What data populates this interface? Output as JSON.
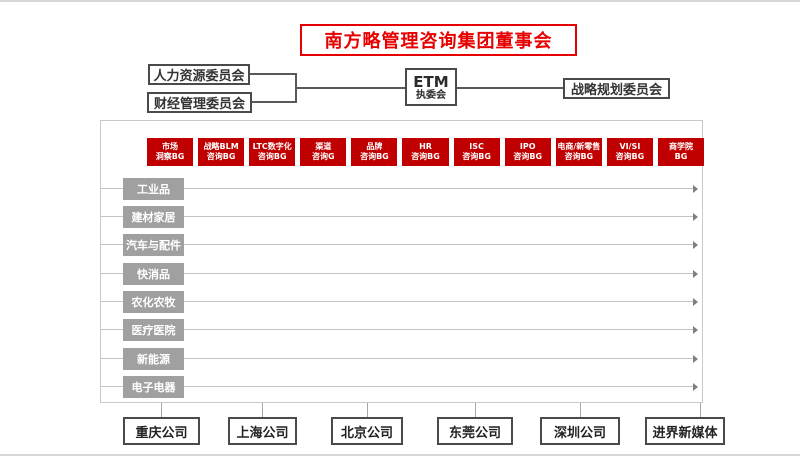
{
  "page": {
    "title": "南方略管理咨询集团董事会"
  },
  "committees": {
    "left": [
      {
        "label": "人力资源委员会"
      },
      {
        "label": "财经管理委员会"
      }
    ],
    "center": {
      "line1": "ETM",
      "line2": "执委会"
    },
    "right": {
      "label": "战略规划委员会"
    }
  },
  "matrix": {
    "bg_headers": [
      {
        "line1": "市场",
        "line2": "洞察BG"
      },
      {
        "line1": "战略BLM",
        "line2": "咨询BG"
      },
      {
        "line1": "LTC数字化",
        "line2": "咨询BG"
      },
      {
        "line1": "渠道",
        "line2": "咨询G"
      },
      {
        "line1": "品牌",
        "line2": "咨询BG"
      },
      {
        "line1": "HR",
        "line2": "咨询BG"
      },
      {
        "line1": "ISC",
        "line2": "咨询BG"
      },
      {
        "line1": "IPO",
        "line2": "咨询BG"
      },
      {
        "line1": "电商/新零售",
        "line2": "咨询BG"
      },
      {
        "line1": "VI/SI",
        "line2": "咨询BG"
      },
      {
        "line1": "商学院",
        "line2": "BG"
      }
    ],
    "industries": [
      "工业品",
      "建材家居",
      "汽车与配件",
      "快消品",
      "农化农牧",
      "医疗医院",
      "新能源",
      "电子电器"
    ]
  },
  "companies": [
    "重庆公司",
    "上海公司",
    "北京公司",
    "东莞公司",
    "深圳公司",
    "进界新媒体"
  ],
  "colors": {
    "brand_red": "#c00000",
    "title_red": "#e60000",
    "industry_gray": "#a0a0a0",
    "line_gray": "#c4c4c4",
    "border_dark": "#4a4a4a"
  }
}
